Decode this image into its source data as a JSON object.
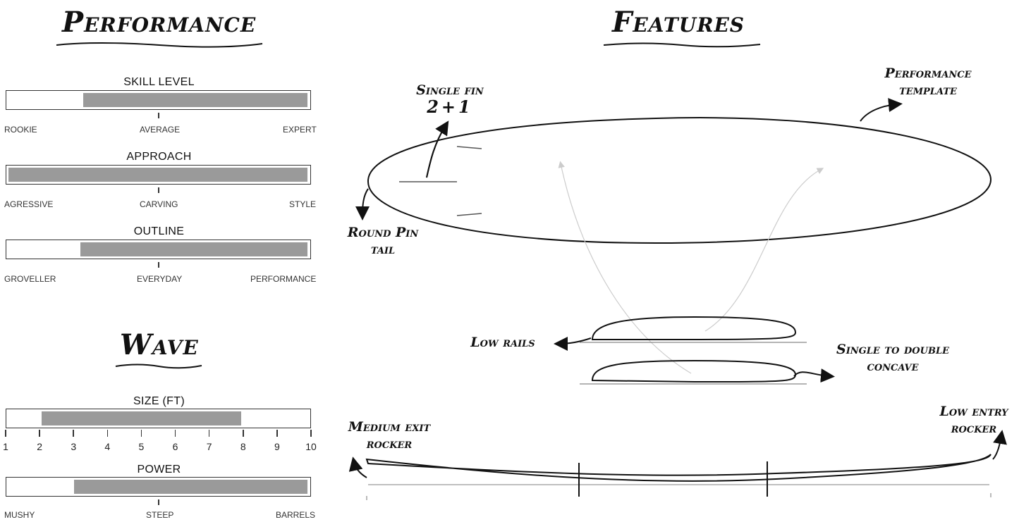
{
  "headings": {
    "performance": "Performance",
    "features": "Features",
    "wave": "Wave"
  },
  "meters": {
    "skill": {
      "title": "SKILL LEVEL",
      "fill_start": 0.25,
      "fill_end": 1.0,
      "labels": [
        "ROOKIE",
        "AVERAGE",
        "EXPERT"
      ]
    },
    "approach": {
      "title": "APPROACH",
      "fill_start": 0.0,
      "fill_end": 1.0,
      "labels": [
        "AGRESSIVE",
        "CARVING",
        "STYLE"
      ]
    },
    "outline": {
      "title": "OUTLINE",
      "fill_start": 0.24,
      "fill_end": 1.0,
      "labels": [
        "GROVELLER",
        "EVERYDAY",
        "PERFORMANCE"
      ]
    },
    "size": {
      "title": "SIZE (FT)",
      "fill_start": 2,
      "fill_end": 8,
      "scale": [
        "1",
        "2",
        "3",
        "4",
        "5",
        "6",
        "7",
        "8",
        "9",
        "10"
      ]
    },
    "power": {
      "title": "POWER",
      "fill_start": 0.22,
      "fill_end": 1.0,
      "labels": [
        "MUSHY",
        "STEEP",
        "BARRELS"
      ]
    }
  },
  "features": {
    "fin": [
      "Single fin",
      "2+1"
    ],
    "template": [
      "Performance",
      "template"
    ],
    "tail": [
      "Round Pin",
      "tail"
    ],
    "rails": "Low rails",
    "concave": [
      "Single to double",
      "concave"
    ],
    "exit_rocker": [
      "Medium exit",
      "rocker"
    ],
    "entry_rocker": [
      "Low entry",
      "rocker"
    ]
  }
}
